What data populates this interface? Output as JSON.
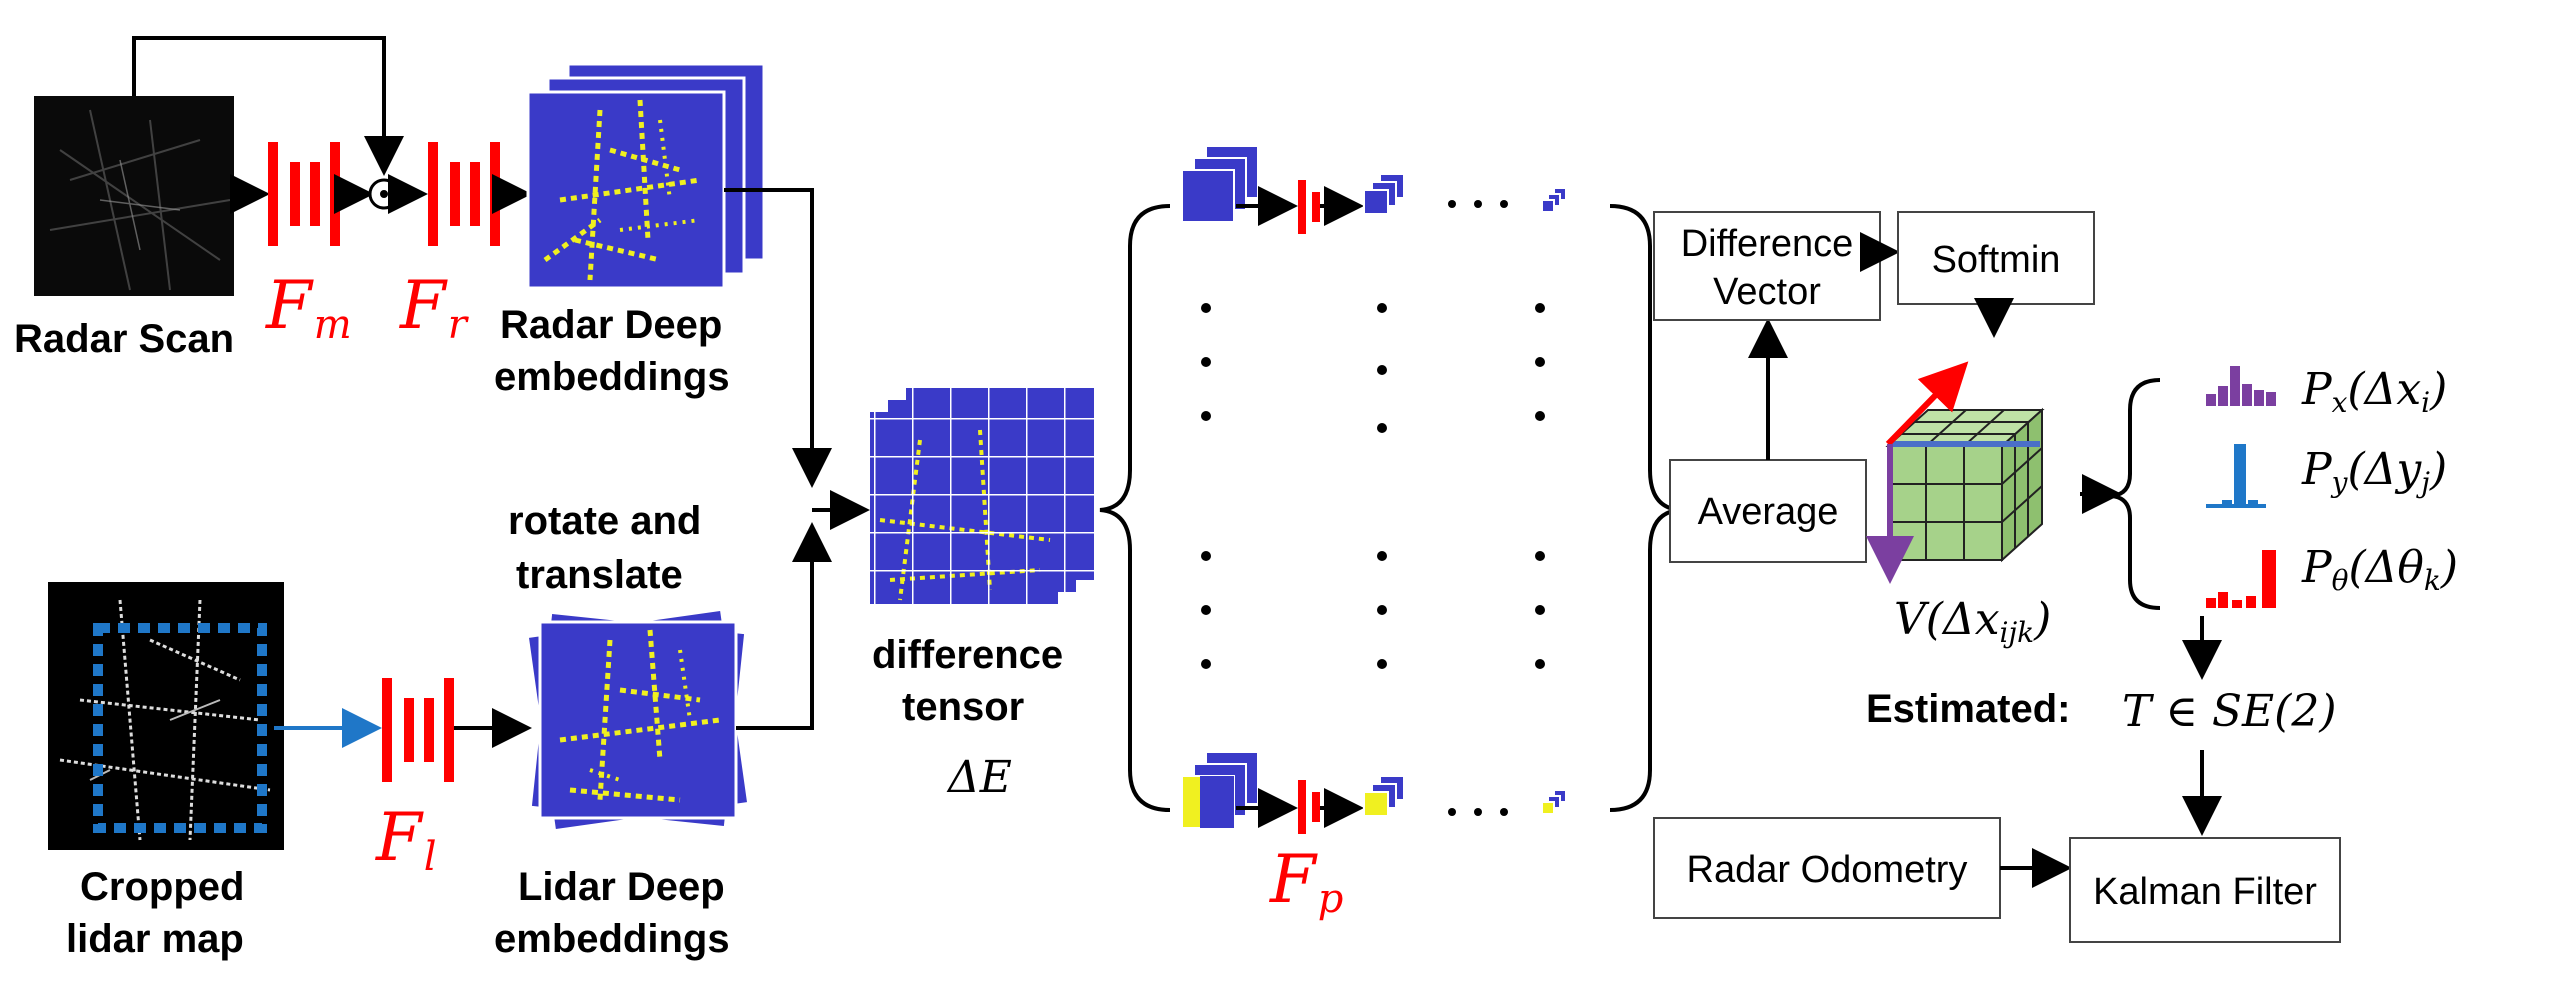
{
  "labels": {
    "radar_scan": "Radar Scan",
    "radar_deep_1": "Radar Deep",
    "radar_deep_2": "embeddings",
    "rotate_1": "rotate and",
    "rotate_2": "translate",
    "cropped_1": "Cropped",
    "cropped_2": "lidar map",
    "lidar_deep_1": "Lidar Deep",
    "lidar_deep_2": "embeddings",
    "diff_1": "difference",
    "diff_2": "tensor",
    "delta_e": "ΔE",
    "estimated": "Estimated:",
    "transform": "T ∈ SE(2)",
    "volume": "V(Δx",
    "volume_sub": "ijk",
    "volume_close": ")"
  },
  "networks": {
    "fm": "F",
    "fm_sub": "m",
    "fr": "F",
    "fr_sub": "r",
    "fl": "F",
    "fl_sub": "l",
    "fp": "F",
    "fp_sub": "p"
  },
  "boxes": {
    "difference_vector_1": "Difference",
    "difference_vector_2": "Vector",
    "softmin": "Softmin",
    "average": "Average",
    "radar_odometry": "Radar Odometry",
    "kalman_filter": "Kalman Filter"
  },
  "distributions": {
    "px": "P",
    "px_sub": "x",
    "px_arg": "(Δx",
    "px_argsub": "i",
    "px_close": ")",
    "py": "P",
    "py_sub": "y",
    "py_arg": "(Δy",
    "py_argsub": "j",
    "py_close": ")",
    "pt": "P",
    "pt_sub": "θ",
    "pt_arg": "(Δθ",
    "pt_argsub": "k",
    "pt_close": ")"
  },
  "colors": {
    "network_red": "#ff0000",
    "embedding_blue": "#3a3ac8",
    "embedding_yellow": "#f0f020",
    "cube_green": "#a6d28a",
    "purple": "#7b3fa0",
    "hist_blue": "#1f77c8",
    "dotted_blue": "#1f77c8",
    "arrow_blue": "#1f77c8"
  },
  "icons": {
    "hadamard": "circled-dot-icon"
  }
}
